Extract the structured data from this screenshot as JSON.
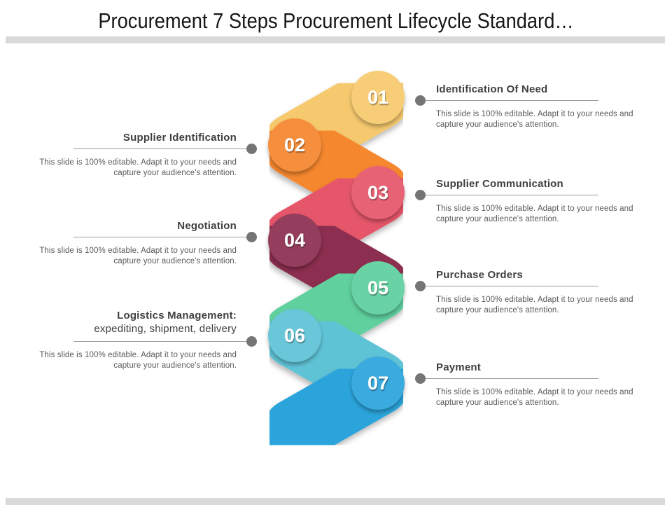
{
  "title": "Procurement 7 Steps Procurement Lifecycle Standard…",
  "colors": {
    "rule_bar": "#d9d9d9",
    "connector_line": "#9d9d9d",
    "connector_dot": "#757575",
    "heading_text": "#3f3f3f",
    "body_text": "#5a5a5a"
  },
  "steps": [
    {
      "number": "01",
      "title": "Identification Of Need",
      "description": "This slide is 100% editable. Adapt it to your needs and capture your audience's attention.",
      "side": "right",
      "color": "#f6c96e"
    },
    {
      "number": "02",
      "title": "Supplier Identification",
      "description": "This slide is 100% editable. Adapt it to your needs and capture your audience's attention.",
      "side": "left",
      "color": "#f5872f"
    },
    {
      "number": "03",
      "title": "Supplier Communication",
      "description": "This slide is 100% editable. Adapt it to your needs and capture your audience's attention.",
      "side": "right",
      "color": "#e6566a"
    },
    {
      "number": "04",
      "title": "Negotiation",
      "description": "This slide is 100% editable. Adapt it to your needs and capture your audience's attention.",
      "side": "left",
      "color": "#8c2d50"
    },
    {
      "number": "05",
      "title": "Purchase Orders",
      "description": "This slide is 100% editable. Adapt it to your needs and capture your audience's attention.",
      "side": "right",
      "color": "#5fd09e"
    },
    {
      "number": "06",
      "title": "Logistics Management:",
      "subtitle": "expediting, shipment, delivery",
      "description": "This slide is 100% editable. Adapt it to your needs and capture your audience's attention.",
      "side": "left",
      "color": "#5ec3d6"
    },
    {
      "number": "07",
      "title": "Payment",
      "description": "This slide is 100% editable. Adapt it to your needs and capture your audience's attention.",
      "side": "right",
      "color": "#2ca4db"
    }
  ]
}
